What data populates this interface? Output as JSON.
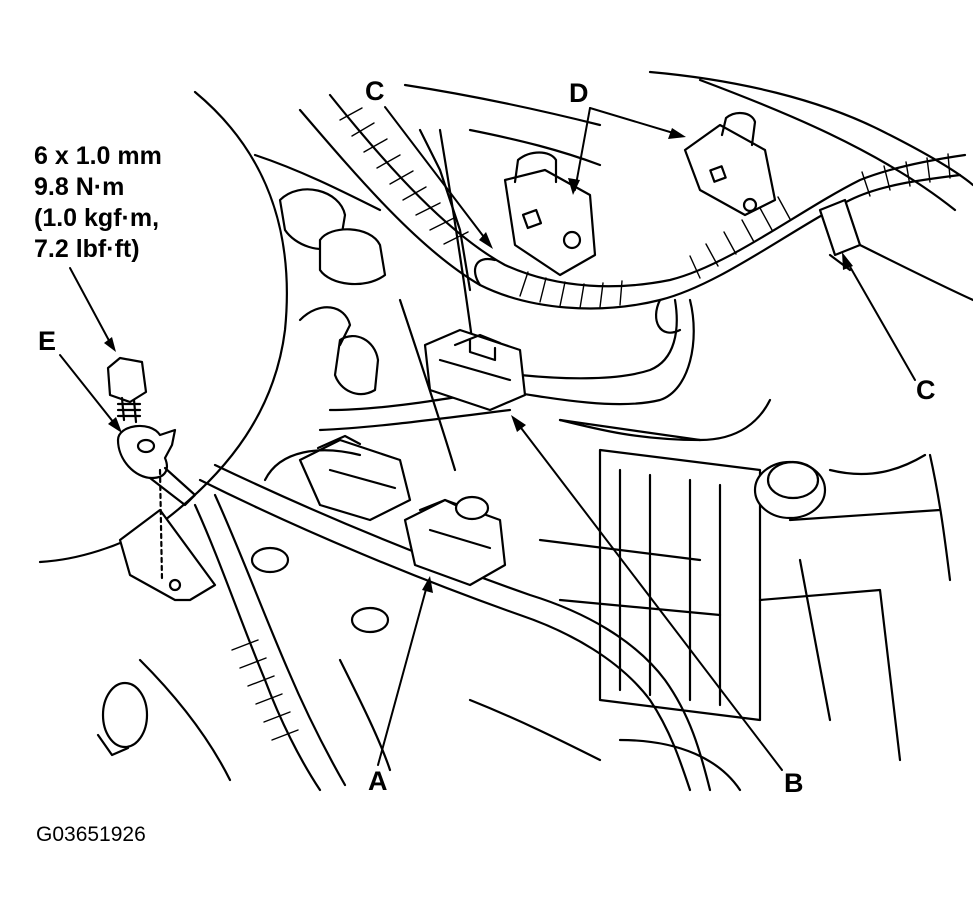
{
  "torque_spec": {
    "bolt": "6 x 1.0 mm",
    "newton_meter": "9.8 N·m",
    "kgf_meter": "(1.0 kgf·m,",
    "lbf_feet": "7.2 lbf·ft)"
  },
  "callouts": {
    "a": "A",
    "b": "B",
    "c_left": "C",
    "c_right": "C",
    "d": "D",
    "e": "E"
  },
  "figure_code": "G03651926",
  "colors": {
    "ink": "#000000",
    "paper": "#ffffff"
  }
}
